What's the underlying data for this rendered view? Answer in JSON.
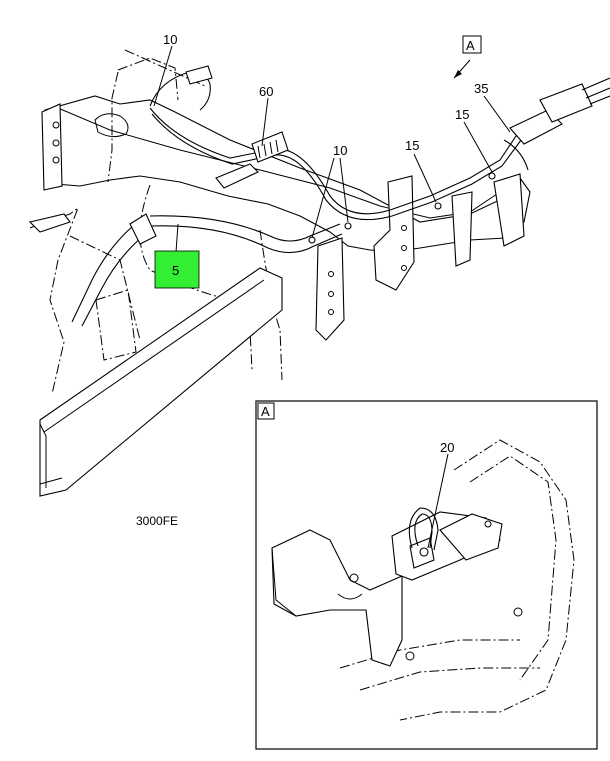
{
  "diagram": {
    "view_label": "A",
    "detail_label": "A",
    "drawing_code": "3000FE",
    "highlight_color": "#33ee33",
    "callouts": {
      "c10_top": "10",
      "c60": "60",
      "c35": "35",
      "c15_right": "15",
      "c15_mid": "15",
      "c10_mid": "10",
      "c5": "5",
      "c20": "20"
    }
  }
}
